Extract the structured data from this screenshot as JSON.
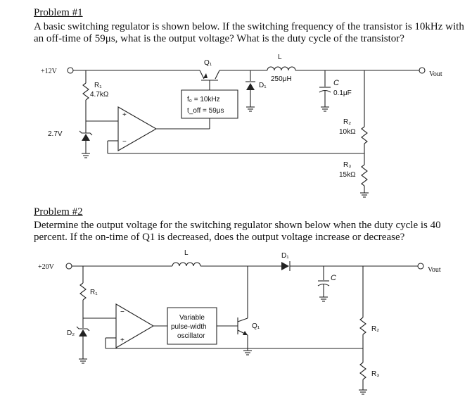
{
  "problem1": {
    "title": "Problem #1",
    "text": "A basic switching regulator is shown below. If the switching frequency of the transistor is 10kHz with an off-time of 59μs, what is the output voltage? What is the duty cycle of the transistor?",
    "circuit": {
      "vin": "+12V",
      "vout": "Vout",
      "q1": "Q₁",
      "l": "L",
      "l_value": "250μH",
      "d1": "D₁",
      "c": "C",
      "c_value": "0.1μF",
      "r1": "R₁",
      "r1_value": "4.7kΩ",
      "r2": "R₂",
      "r2_value": "10kΩ",
      "r3": "R₃",
      "r3_value": "15kΩ",
      "zener_voltage": "2.7V",
      "osc_line1": "f₀ = 10kHz",
      "osc_line2": "t_off = 59μs",
      "plus": "+",
      "minus": "−"
    }
  },
  "problem2": {
    "title": "Problem #2",
    "text": "Determine the output voltage for the switching regulator shown below when the duty cycle is 40 percent. If the on-time of Q1 is decreased, does the output voltage increase or decrease?",
    "circuit": {
      "vin": "+20V",
      "vout": "Vout",
      "l": "L",
      "d1": "D₁",
      "c": "C",
      "r1": "R₁",
      "r2": "R₂",
      "r3": "R₃",
      "d2": "D₂",
      "q1": "Q₁",
      "osc_line1": "Variable",
      "osc_line2": "pulse-width",
      "osc_line3": "oscillator",
      "plus": "+",
      "minus": "−"
    }
  }
}
